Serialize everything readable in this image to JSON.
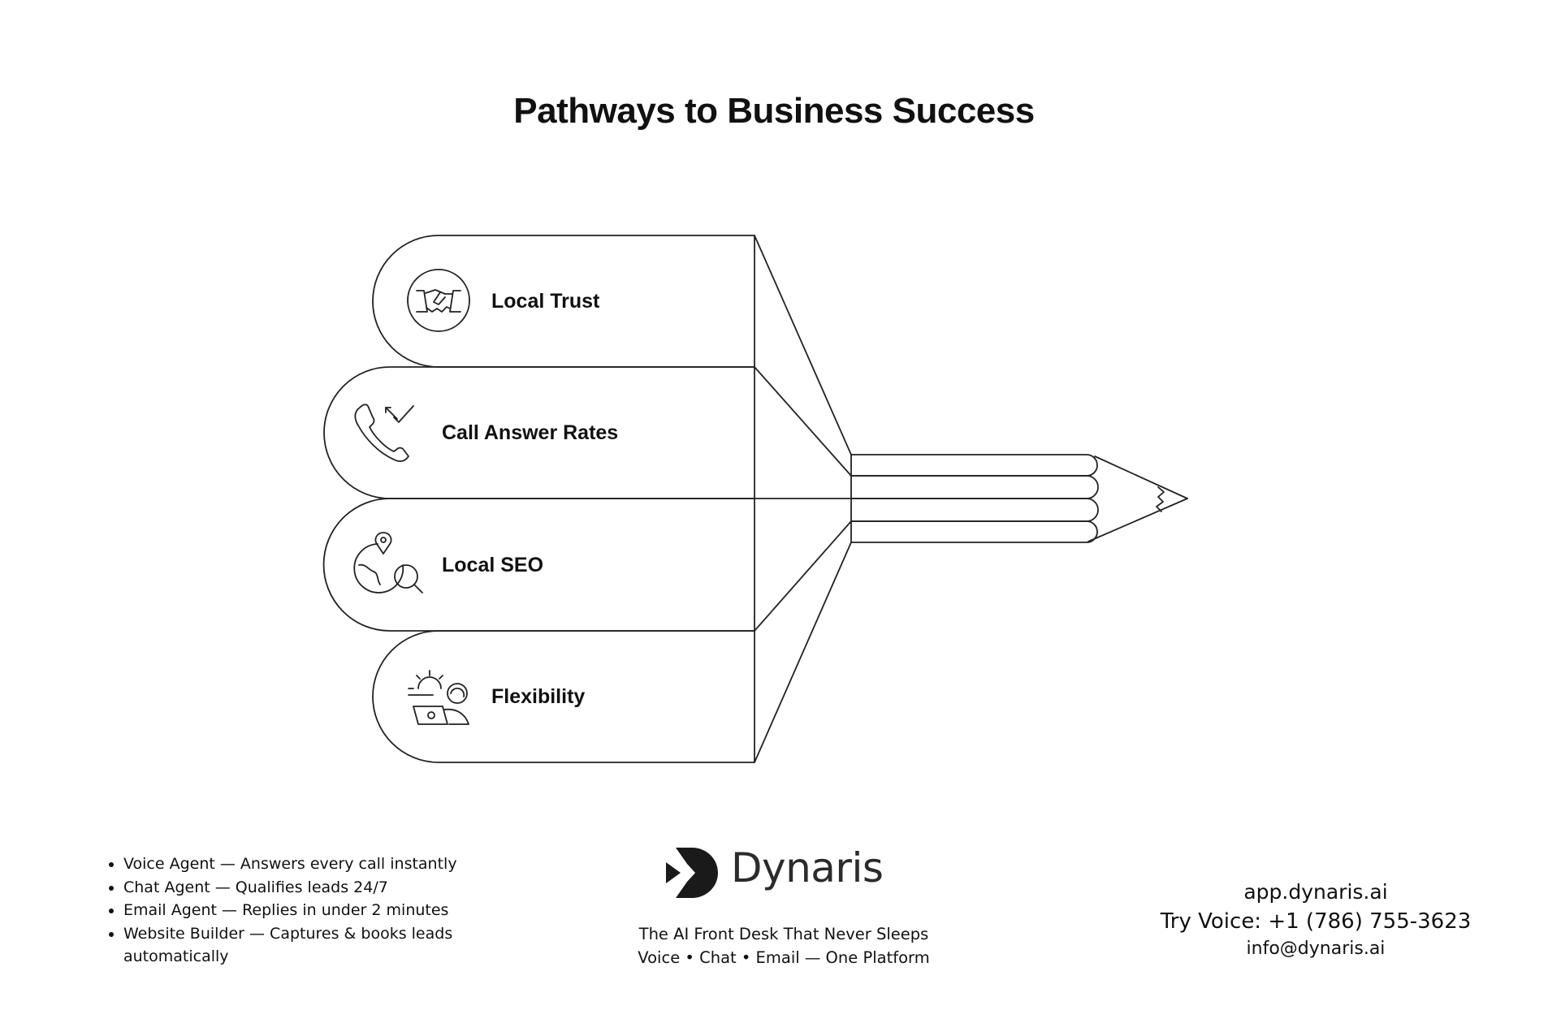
{
  "title": "Pathways to Business Success",
  "pathways": [
    {
      "label": "Local Trust",
      "icon": "handshake-icon"
    },
    {
      "label": "Call Answer Rates",
      "icon": "phone-callback-icon"
    },
    {
      "label": "Local SEO",
      "icon": "globe-search-icon"
    },
    {
      "label": "Flexibility",
      "icon": "remote-work-icon"
    }
  ],
  "features": [
    "Voice Agent — Answers every call instantly",
    "Chat Agent — Qualifies leads 24/7",
    "Email Agent — Replies in under 2 minutes",
    " Website Builder — Captures & books leads automatically"
  ],
  "brand": {
    "name": "Dynaris",
    "tagline_1": "The AI Front Desk That Never Sleeps",
    "tagline_2": "Voice • Chat • Email — One Platform"
  },
  "contact": {
    "website": "app.dynaris.ai",
    "voice": "Try Voice: +1 (786) 755-3623",
    "email": "info@dynaris.ai"
  },
  "colors": {
    "stroke": "#222222",
    "text": "#111111",
    "brand": "#1a1a1a"
  }
}
